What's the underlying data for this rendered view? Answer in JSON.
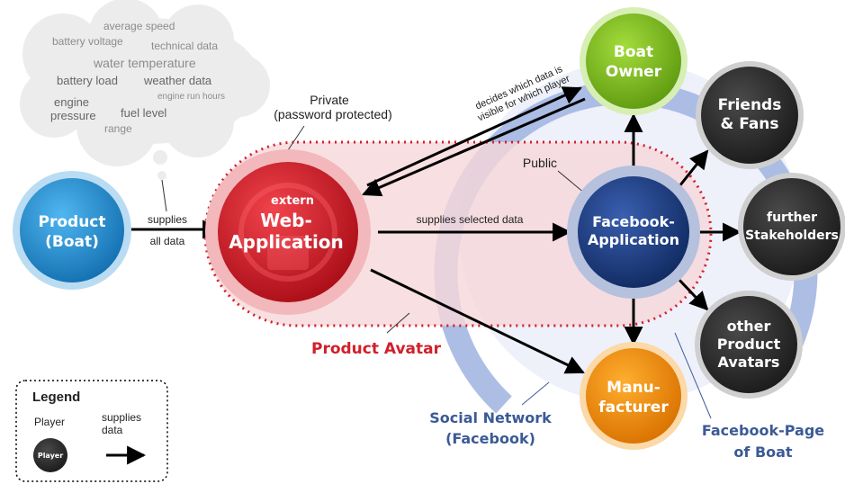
{
  "cloud_words": [
    "average speed",
    "battery voltage",
    "technical data",
    "water temperature",
    "battery load",
    "weather data",
    "engine run hours",
    "engine",
    "pressure",
    "fuel level",
    "range"
  ],
  "nodes": {
    "product": [
      "Product",
      "(Boat)"
    ],
    "webapp_small": "extern",
    "webapp": [
      "Web-",
      "Application"
    ],
    "facebook_app": [
      "Facebook-",
      "Application"
    ],
    "boat_owner": [
      "Boat",
      "Owner"
    ],
    "friends": [
      "Friends",
      "& Fans"
    ],
    "stakeholders": [
      "further",
      "Stakeholders"
    ],
    "other_avatars": [
      "other",
      "Product",
      "Avatars"
    ],
    "manufacturer": [
      "Manu-",
      "facturer"
    ]
  },
  "edge_labels": {
    "supplies_all": [
      "supplies",
      "all data"
    ],
    "supplies_selected": "supplies selected data",
    "decides": [
      "decides which data is",
      "visible for which player"
    ]
  },
  "captions": {
    "private": [
      "Private",
      "(password protected)"
    ],
    "public": "Public",
    "product_avatar": "Product Avatar",
    "social_network": [
      "Social Network",
      "(Facebook)"
    ],
    "facebook_page": [
      "Facebook-Page",
      "of Boat"
    ]
  },
  "legend": {
    "title": "Legend",
    "player": "Player",
    "supplies": [
      "supplies",
      "data"
    ],
    "sample_node": "Player"
  },
  "colors": {
    "product": "#1f8fd6",
    "webapp": "#d4121f",
    "facebook": "#1a3a7a",
    "boat_owner": "#7fc020",
    "manufacturer": "#f08a00",
    "dark_node": "#2b2b2b",
    "ring": "#9fb3e0",
    "avatar_fill": "#f6d7da",
    "avatar_border": "#d41f2a"
  }
}
